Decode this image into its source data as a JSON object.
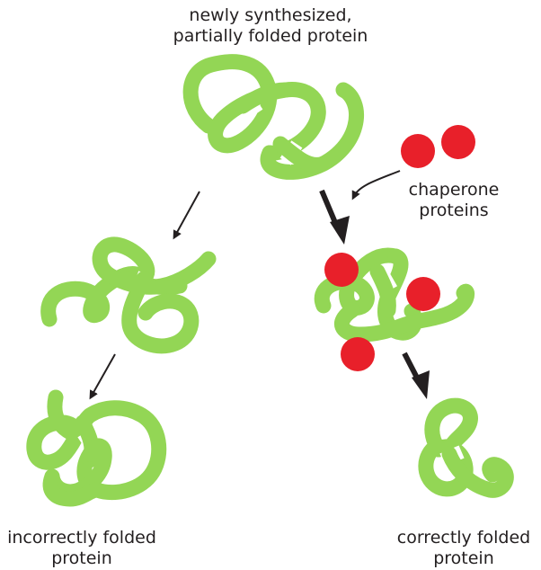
{
  "colors": {
    "protein": "#93d655",
    "chaperone": "#e8202a",
    "text": "#231f20",
    "background": "#ffffff"
  },
  "labels": {
    "newly_synthesized": [
      "newly synthesized,",
      "partially folded protein"
    ],
    "chaperone": [
      "chaperone",
      "proteins"
    ],
    "incorrect": [
      "incorrectly folded",
      "protein"
    ],
    "correct": [
      "correctly folded",
      "protein"
    ]
  }
}
